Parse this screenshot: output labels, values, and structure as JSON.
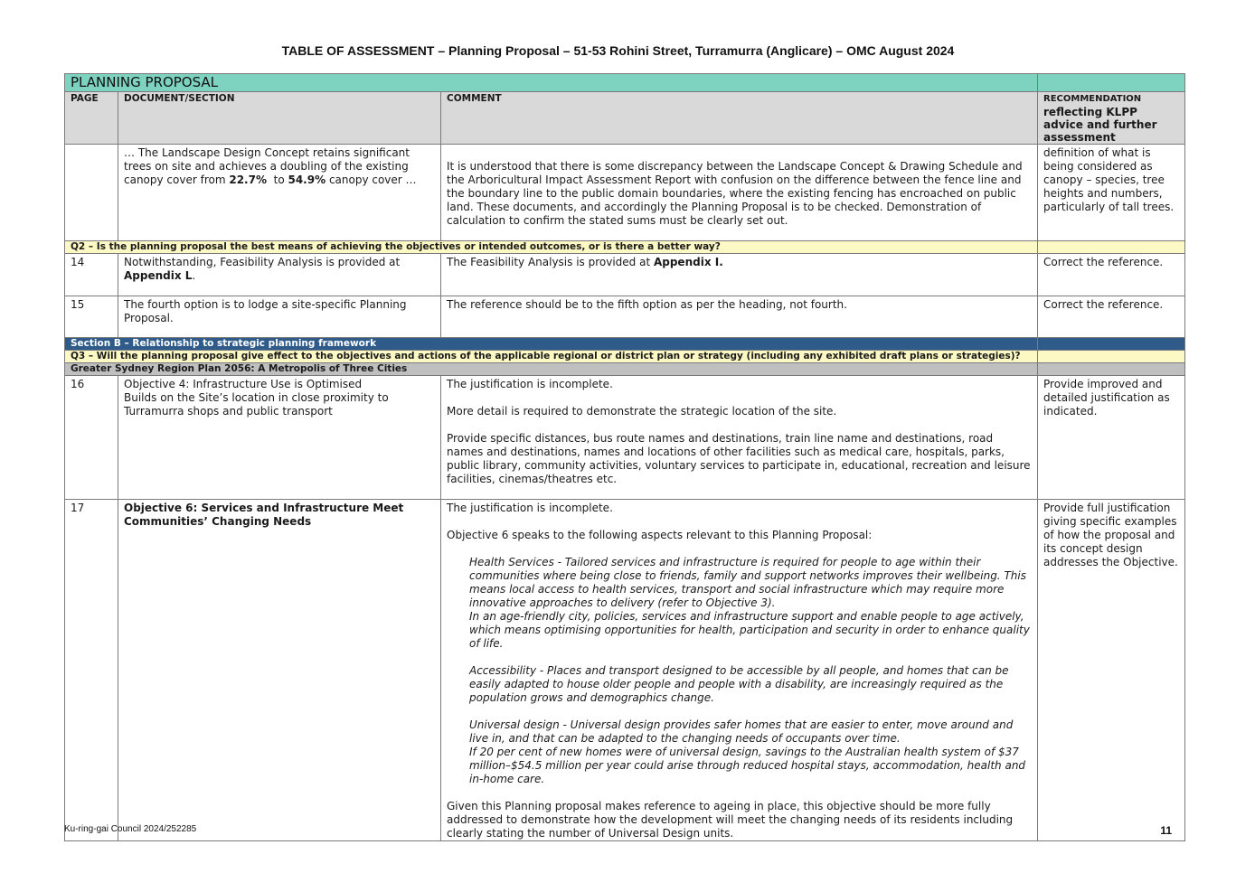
{
  "doc_title": "TABLE OF ASSESSMENT – Planning Proposal – 51-53 Rohini Street, Turramurra (Anglicare) – OMC August 2024",
  "table_title": "PLANNING PROPOSAL",
  "headers": {
    "page": "PAGE",
    "doc": "DOCUMENT/SECTION",
    "comment": "COMMENT",
    "rec_small": "RECOMMENDATION",
    "rec_big": "reflecting KLPP advice and further assessment"
  },
  "row1": {
    "doc_prefix": "… The Landscape Design Concept retains significant trees on site and achieves a doubling of the existing canopy cover from ",
    "doc_b1": "22.7%",
    "doc_mid": "  to ",
    "doc_b2": "54.9%",
    "doc_suffix": " canopy cover …",
    "comment": "It is understood that there is some discrepancy between the Landscape Concept & Drawing Schedule and the Arboricultural Impact Assessment Report with confusion on the difference between the fence line and the boundary line to the public domain boundaries, where the existing fencing has encroached on public land. These documents, and accordingly the Planning Proposal is to be checked. Demonstration of calculation to confirm the stated sums must be clearly set out.",
    "rec": "definition of what is being considered as canopy – species, tree heights and numbers, particularly of tall trees."
  },
  "q2": "Q2 – Is the planning proposal the best means of achieving the objectives or intended outcomes, or is there a better way?",
  "row14": {
    "page": "14",
    "doc_prefix": "Notwithstanding,  Feasibility Analysis is provided at ",
    "doc_bold": "Appendix L",
    "doc_suffix": ".",
    "comment_prefix": "The Feasibility Analysis is provided at ",
    "comment_bold": "Appendix I.",
    "rec": "Correct the reference."
  },
  "row15": {
    "page": "15",
    "doc": "The fourth option is to lodge a site-specific Planning Proposal.",
    "comment": "The reference should be to the fifth option as per the heading, not fourth.",
    "rec": "Correct the reference."
  },
  "section_b": "Section B – Relationship to strategic planning framework",
  "q3": "Q3 – Will the planning proposal give effect to the objectives and actions of the applicable regional or district plan or strategy (including any exhibited draft plans or strategies)?",
  "region_plan": "Greater Sydney Region Plan 2056: A Metropolis of Three Cities",
  "row16": {
    "page": "16",
    "doc_heading": "Objective 4: Infrastructure Use is Optimised",
    "doc_text": "Builds on the Site’s location in close proximity to Turramurra shops and public transport",
    "comment_p1": "The justification is incomplete.",
    "comment_p2": "More detail is required to demonstrate the strategic location of the site.",
    "comment_p3": "Provide specific distances, bus route names and destinations, train line name and destinations, road names and destinations, names and locations of other facilities such as medical care, hospitals, parks, public library, community activities, voluntary services to participate in, educational, recreation and leisure facilities, cinemas/theatres etc.",
    "rec": "Provide improved and detailed justification as indicated."
  },
  "row17": {
    "page": "17",
    "doc_heading": "Objective 6: Services and Infrastructure Meet Communities’ Changing Needs",
    "comment_p1": "The justification is incomplete.",
    "comment_p2": "Objective 6 speaks to the following aspects relevant to this Planning Proposal:",
    "it1": "Health Services - Tailored services and infrastructure is required for people to age within their communities where being close to friends, family and support networks improves their wellbeing. This means local access to health services, transport and social infrastructure which may require more innovative approaches to delivery (refer to Objective 3).",
    "it2": "In an age-friendly city, policies, services and infrastructure support and enable people to age actively, which means optimising opportunities for health, participation and security in order to enhance quality of life.",
    "it3": "Accessibility - Places and transport designed to be accessible by all people, and homes that can be easily adapted to house older people and people with a disability, are increasingly required as the population grows and demographics change.",
    "it4": "Universal design - Universal design provides safer homes that are easier to enter, move around and live in, and that can be adapted to the changing needs of occupants over time.",
    "it5": "If 20 per cent of new homes were of universal design, savings to the Australian health system of $37 million–$54.5 million per year could arise through reduced hospital stays, accommodation, health and in-home care.",
    "comment_last": "Given this Planning proposal makes reference to ageing in place, this objective should be more fully addressed to demonstrate how the development will meet the changing needs of its residents including clearly stating the number of Universal Design units.",
    "rec": "Provide full justification giving specific examples of how the proposal and its concept design addresses the Objective."
  },
  "footer": {
    "council_ref": "Ku-ring-gai Council 2024/252285",
    "page_number": "11"
  },
  "colors": {
    "title_band": "#7dd3c0",
    "header_band": "#d9d9d9",
    "question_band": "#fdf9c4",
    "section_band": "#2e5b8a",
    "plan_band": "#bfbfbf"
  }
}
